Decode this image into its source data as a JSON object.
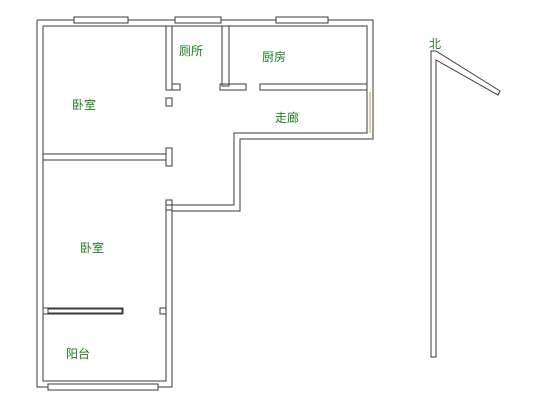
{
  "rooms": {
    "bedroom_top": "卧室",
    "toilet": "厕所",
    "kitchen": "厨房",
    "corridor": "走廊",
    "bedroom_bottom": "卧室",
    "balcony": "阳台"
  },
  "compass": {
    "north": "北"
  },
  "colors": {
    "wall": "#3a3a3a",
    "label": "#1f7a1f",
    "accent": "#b8a440"
  }
}
